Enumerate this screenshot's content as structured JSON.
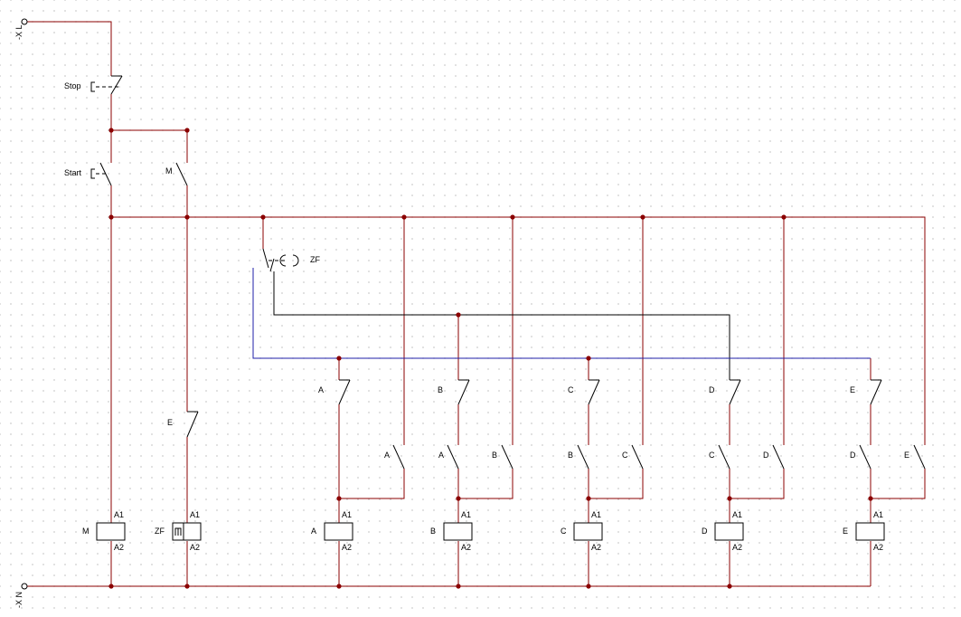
{
  "terminals": {
    "top": "-X  L",
    "bottom": "-X  N"
  },
  "buttons": {
    "stop": "Stop",
    "start": "Start"
  },
  "self_hold_contact": "M",
  "timer": {
    "label": "ZF"
  },
  "interlock_contact_e": "E",
  "coils": [
    {
      "label": "M",
      "pin_top": "A1",
      "pin_bottom": "A2"
    },
    {
      "label": "ZF",
      "pin_top": "A1",
      "pin_bottom": "A2"
    },
    {
      "label": "A",
      "pin_top": "A1",
      "pin_bottom": "A2"
    },
    {
      "label": "B",
      "pin_top": "A1",
      "pin_bottom": "A2"
    },
    {
      "label": "C",
      "pin_top": "A1",
      "pin_bottom": "A2"
    },
    {
      "label": "D",
      "pin_top": "A1",
      "pin_bottom": "A2"
    },
    {
      "label": "E",
      "pin_top": "A1",
      "pin_bottom": "A2"
    }
  ],
  "step_contacts": [
    {
      "label": "A"
    },
    {
      "label": "B"
    },
    {
      "label": "C"
    },
    {
      "label": "D"
    },
    {
      "label": "E"
    }
  ],
  "hold_contacts": [
    {
      "label": "A"
    },
    {
      "label": "A"
    },
    {
      "label": "B"
    },
    {
      "label": "B"
    },
    {
      "label": "C"
    },
    {
      "label": "C"
    },
    {
      "label": "D"
    },
    {
      "label": "D"
    },
    {
      "label": "E"
    }
  ],
  "colors": {
    "wire": "#8b0000",
    "branch_black": "#000000",
    "branch_blue": "#1f1fa8"
  }
}
